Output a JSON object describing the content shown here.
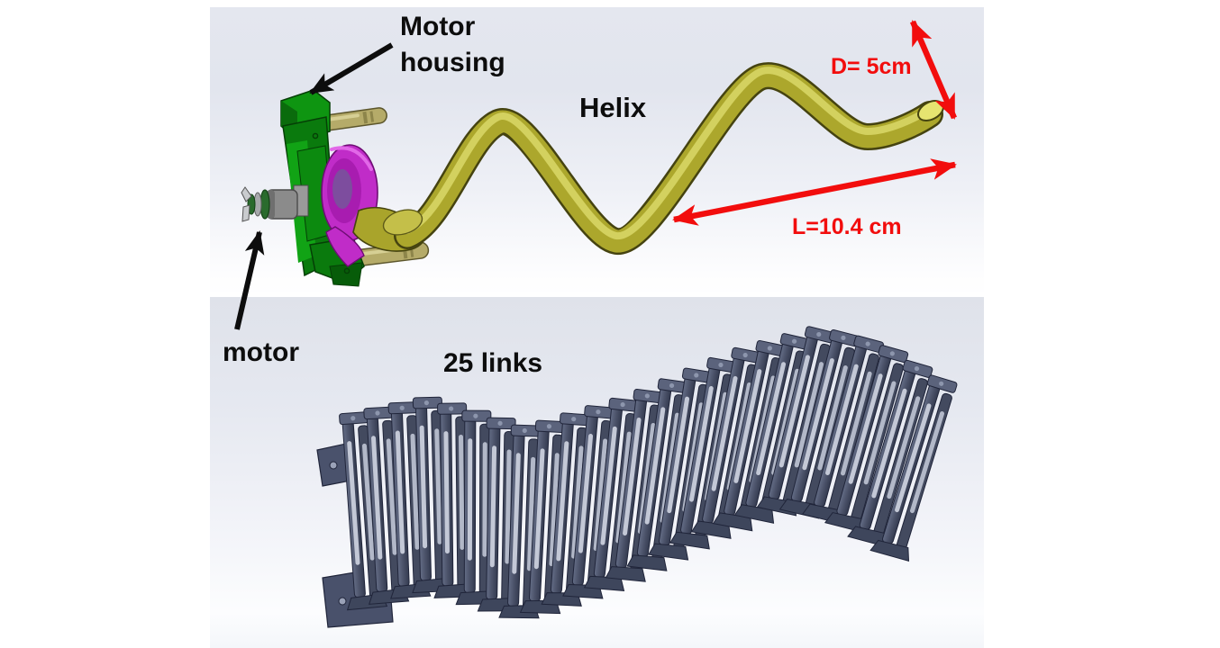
{
  "figure": {
    "colors": {
      "annotation_red": "#f20d0d",
      "annotation_black": "#0d0d0d",
      "helix_yellow": "#aca72c",
      "housing_green": "#0c8a10",
      "cam_magenta": "#c02cc8",
      "motor_gray": "#8b8b8b",
      "pin_olive": "#b5ab69",
      "link_gray": "#4b5269",
      "background_tint": "#e2e5ee"
    },
    "top_panel": {
      "labels": {
        "motor_housing": "Motor\nhousing",
        "helix": "Helix",
        "motor": "motor",
        "diameter": "D= 5cm",
        "length": "L=10.4 cm"
      },
      "dimensions": {
        "helix_diameter_cm": 5,
        "helix_length_cm": 10.4
      }
    },
    "bottom_panel": {
      "labels": {
        "links": "25 links"
      },
      "links_count": 25
    }
  }
}
